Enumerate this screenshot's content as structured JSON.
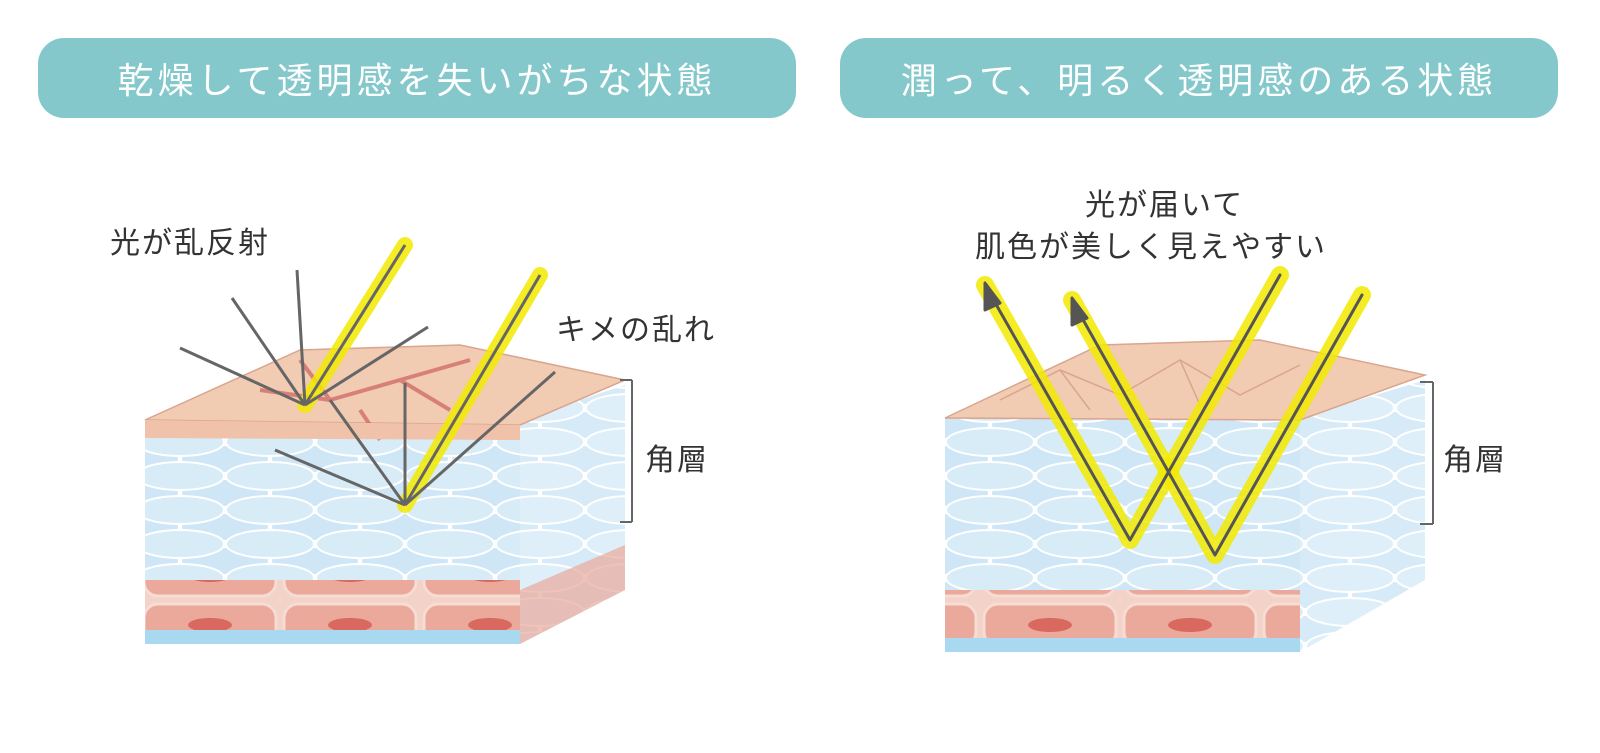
{
  "left_panel": {
    "title": "乾燥して透明感を失いがちな状態",
    "label_reflection": "光が乱反射",
    "label_texture": "キメの乱れ",
    "label_layer": "角層"
  },
  "right_panel": {
    "title": "潤って、明るく透明感のある状態",
    "label_light_line1": "光が届いて",
    "label_light_line2": "肌色が美しく見えやすい",
    "label_layer": "角層"
  },
  "colors": {
    "header": "#84c8cc",
    "light": "#f2ea00",
    "skin_top": "#f2cbb3",
    "cell_blue": "#d3e9f6",
    "cell_pink": "#eaa99b",
    "base_blue": "#a8d9f0"
  }
}
